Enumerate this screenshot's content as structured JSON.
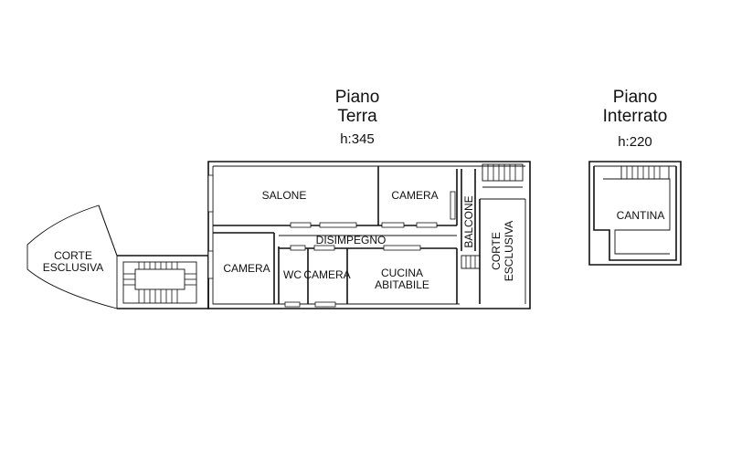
{
  "ground_floor": {
    "title_line1": "Piano",
    "title_line2": "Terra",
    "height": "h:345",
    "rooms": {
      "salone": "SALONE",
      "camera_top": "CAMERA",
      "balcone": "BALCONE",
      "disimpegno": "DISIMPEGNO",
      "camera_left": "CAMERA",
      "wc": "WC",
      "camera_small": "CAMERA",
      "cucina_line1": "CUCINA",
      "cucina_line2": "ABITABILE",
      "corte_right_line1": "CORTE",
      "corte_right_line2": "ESCLUSIVA",
      "corte_left_line1": "CORTE",
      "corte_left_line2": "ESCLUSIVA"
    }
  },
  "basement": {
    "title_line1": "Piano",
    "title_line2": "Interrato",
    "height": "h:220",
    "rooms": {
      "cantina": "CANTINA"
    }
  }
}
